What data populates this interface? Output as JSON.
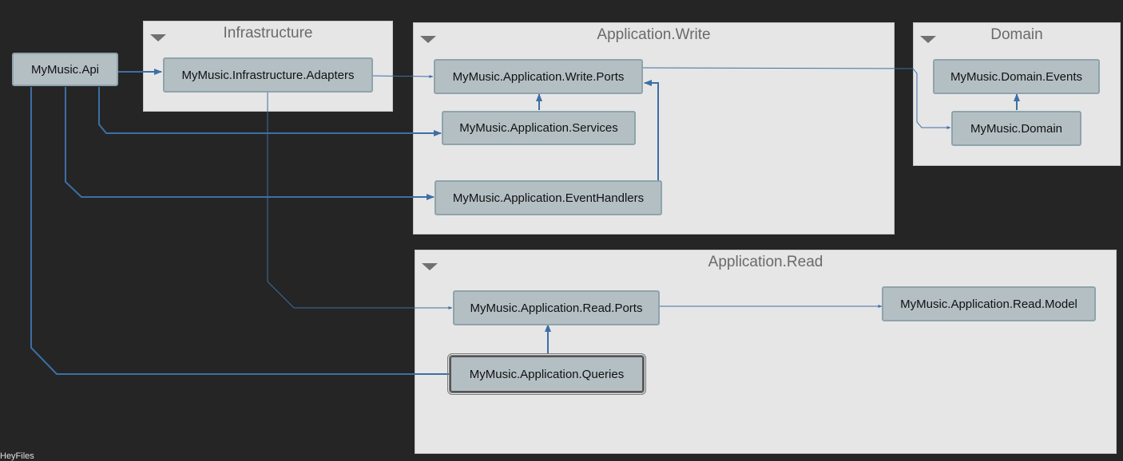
{
  "colors": {
    "link": "#3d6fa5",
    "background": "#252525",
    "group_fill": "#e6e6e6",
    "node_fill": "#b4bfc4"
  },
  "groups": {
    "infrastructure": {
      "title": "Infrastructure"
    },
    "write": {
      "title": "Application.Write"
    },
    "domain": {
      "title": "Domain"
    },
    "read": {
      "title": "Application.Read"
    }
  },
  "nodes": {
    "api": "MyMusic.Api",
    "adapters": "MyMusic.Infrastructure.Adapters",
    "write_ports": "MyMusic.Application.Write.Ports",
    "services": "MyMusic.Application.Services",
    "event_handlers": "MyMusic.Application.EventHandlers",
    "domain_events": "MyMusic.Domain.Events",
    "domain": "MyMusic.Domain",
    "read_ports": "MyMusic.Application.Read.Ports",
    "read_model": "MyMusic.Application.Read.Model",
    "queries": "MyMusic.Application.Queries"
  },
  "footer": "HeyFiles"
}
